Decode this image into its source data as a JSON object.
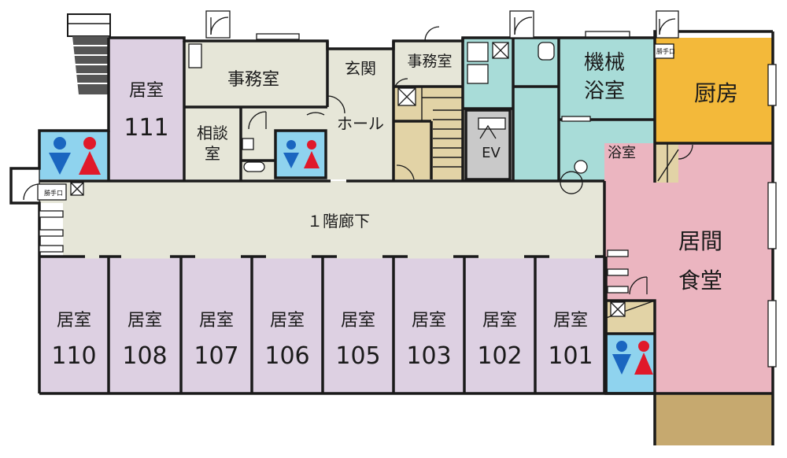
{
  "colors": {
    "resident_room": "#ddd0e2",
    "office": "#e6e6d8",
    "corridor": "#e6e6d8",
    "wet_area": "#a8dcd8",
    "toilet_bg": "#8fd3ee",
    "kitchen": "#f3b93a",
    "dining": "#ebb5c0",
    "stair": "#e2d3a6",
    "terrace": "#c6a96f",
    "elevator": "#c9c9c9",
    "wall": "#1a1a1a",
    "male_icon": "#1a66c0",
    "female_icon": "#e0192a"
  },
  "rooms": {
    "r111": {
      "name": "居室",
      "number": "111"
    },
    "r110": {
      "name": "居室",
      "number": "110"
    },
    "r108": {
      "name": "居室",
      "number": "108"
    },
    "r107": {
      "name": "居室",
      "number": "107"
    },
    "r106": {
      "name": "居室",
      "number": "106"
    },
    "r105": {
      "name": "居室",
      "number": "105"
    },
    "r103": {
      "name": "居室",
      "number": "103"
    },
    "r102": {
      "name": "居室",
      "number": "102"
    },
    "r101": {
      "name": "居室",
      "number": "101"
    },
    "office_main": "事務室",
    "office_small": "事務室",
    "consult_line1": "相談",
    "consult_line2": "室",
    "entrance": "玄関",
    "hall": "ホール",
    "elevator": "EV",
    "machine_bath_line1": "機械",
    "machine_bath_line2": "浴室",
    "bath": "浴室",
    "kitchen": "厨房",
    "dining_line1": "居間",
    "dining_line2": "食堂",
    "corridor": "１階廊下",
    "service_door_1": "勝手口",
    "service_door_2": "勝手口"
  }
}
